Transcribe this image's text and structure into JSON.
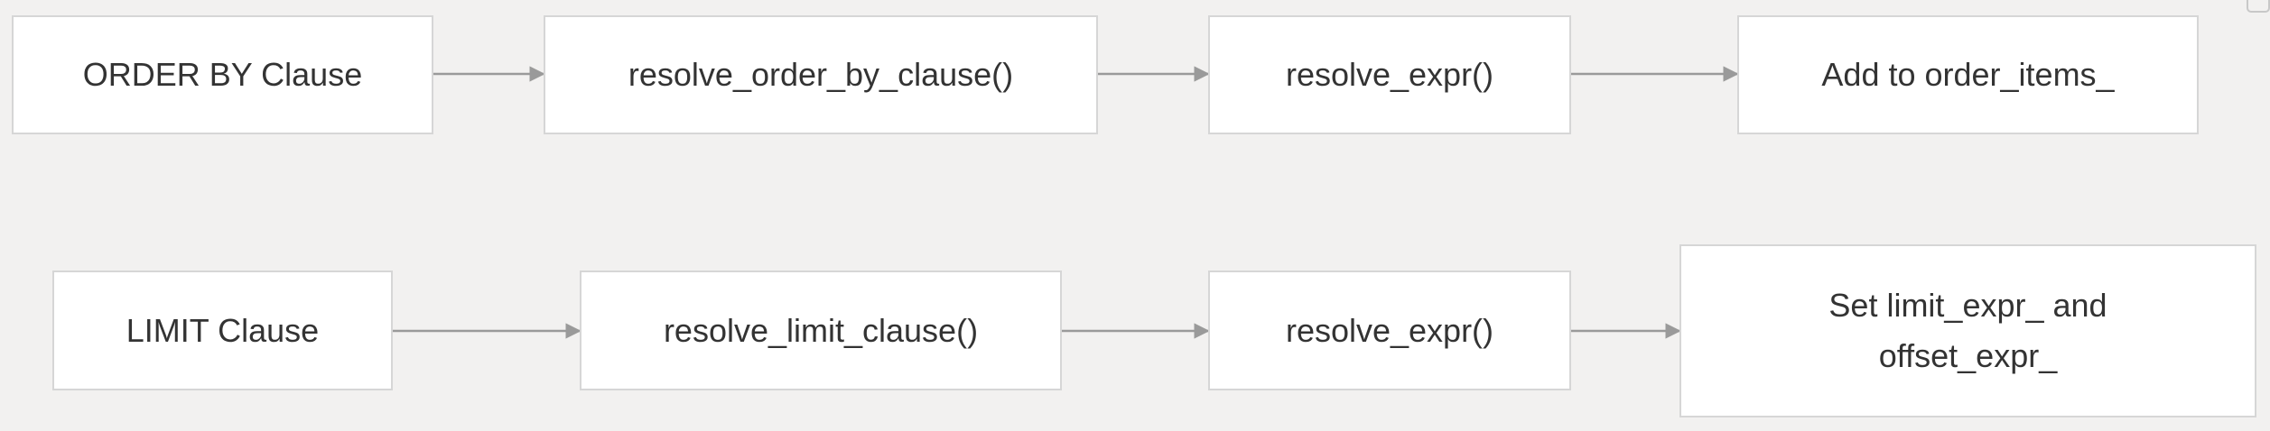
{
  "nodes": {
    "order_by_clause": "ORDER BY Clause",
    "resolve_order_by_clause": "resolve_order_by_clause()",
    "resolve_expr_1": "resolve_expr()",
    "add_to_order_items": "Add to order_items_",
    "limit_clause": "LIMIT Clause",
    "resolve_limit_clause": "resolve_limit_clause()",
    "resolve_expr_2": "resolve_expr()",
    "set_limit_offset": "Set limit_expr_ and offset_expr_"
  },
  "edges": [
    {
      "from": "order_by_clause",
      "to": "resolve_order_by_clause"
    },
    {
      "from": "resolve_order_by_clause",
      "to": "resolve_expr_1"
    },
    {
      "from": "resolve_expr_1",
      "to": "add_to_order_items"
    },
    {
      "from": "limit_clause",
      "to": "resolve_limit_clause"
    },
    {
      "from": "resolve_limit_clause",
      "to": "resolve_expr_2"
    },
    {
      "from": "resolve_expr_2",
      "to": "set_limit_offset"
    }
  ],
  "colors": {
    "background": "#f2f1f0",
    "node_fill": "#ffffff",
    "node_border": "#d6d6d6",
    "text": "#333333",
    "edge": "#9a9a9a"
  }
}
